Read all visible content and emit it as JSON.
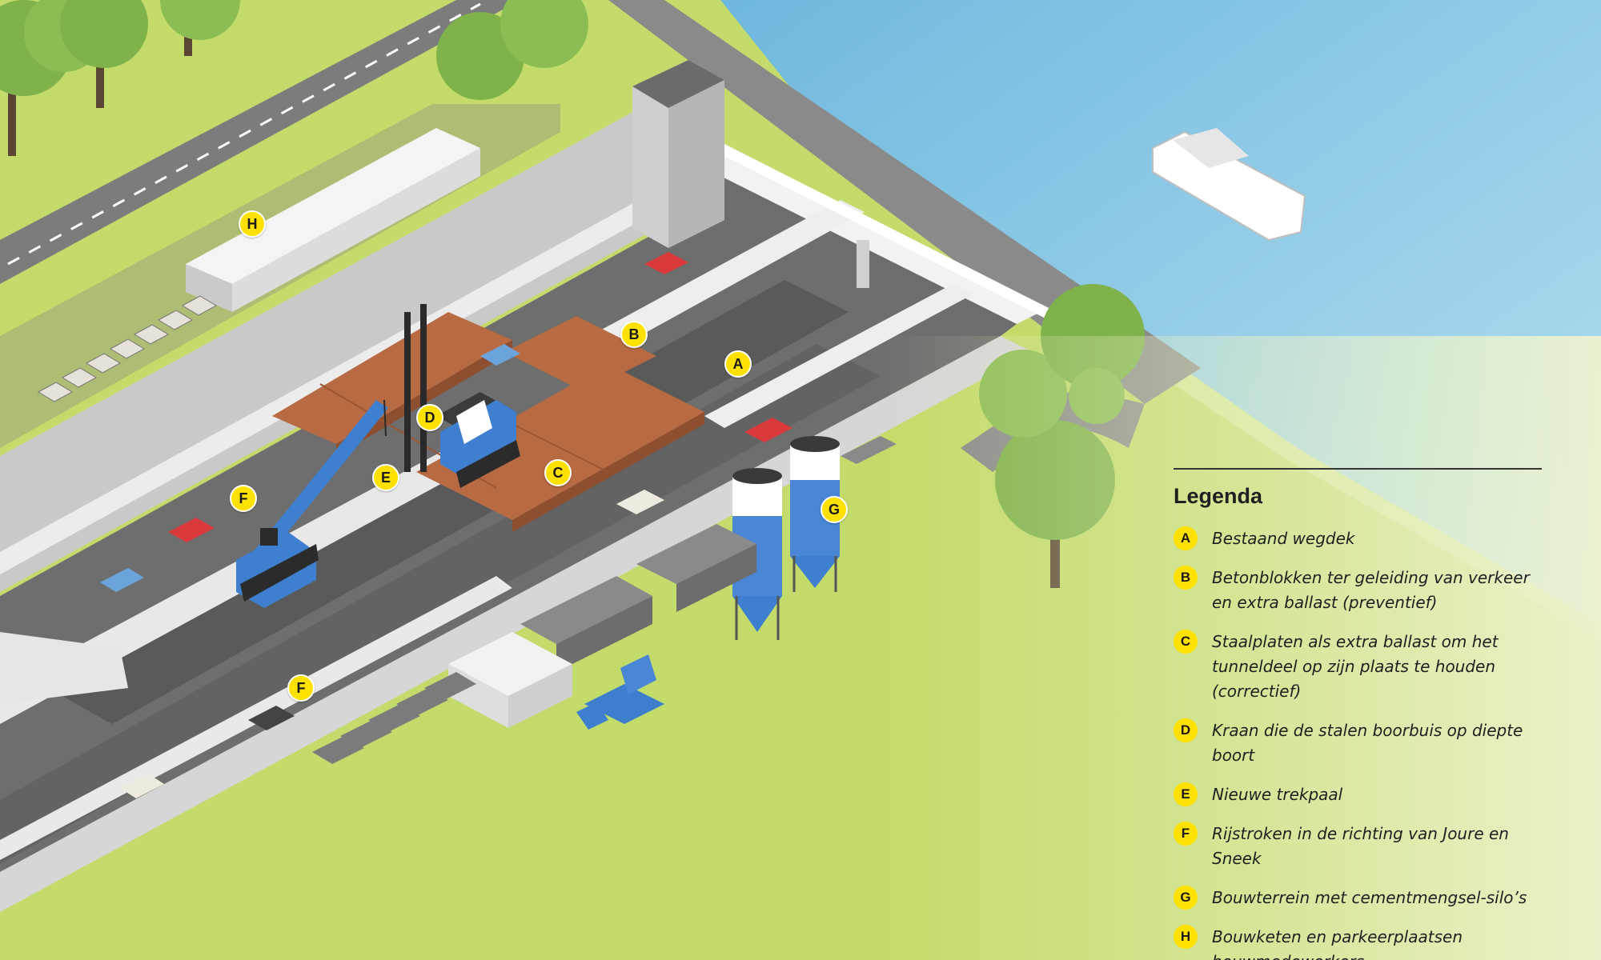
{
  "markers": [
    {
      "letter": "A"
    },
    {
      "letter": "B"
    },
    {
      "letter": "C"
    },
    {
      "letter": "D"
    },
    {
      "letter": "E"
    },
    {
      "letter": "F"
    },
    {
      "letter": "F"
    },
    {
      "letter": "G"
    },
    {
      "letter": "H"
    }
  ],
  "legend": {
    "title": "Legenda",
    "items": [
      {
        "key": "A",
        "text": "Bestaand wegdek"
      },
      {
        "key": "B",
        "text": "Betonblokken ter geleiding van verkeer en extra ballast (preventief)"
      },
      {
        "key": "C",
        "text": "Staalplaten als extra ballast om het tunneldeel op zijn plaats te houden (correctief)"
      },
      {
        "key": "D",
        "text": "Kraan die de stalen boorbuis op diepte boort"
      },
      {
        "key": "E",
        "text": "Nieuwe trekpaal"
      },
      {
        "key": "F",
        "text": "Rijstroken in de richting van Joure en Sneek"
      },
      {
        "key": "G",
        "text": "Bouwterrein met cementmengsel-silo’s"
      },
      {
        "key": "H",
        "text": "Bouwketen en parkeerplaatsen bouwmedewerkers"
      }
    ]
  },
  "colors": {
    "water": "#8fcbe6",
    "grass": "#c3db6a",
    "road": "#6f6f6f",
    "steel_plates": "#b5673f",
    "machinery": "#3f7fd0",
    "marker": "#ffe100"
  }
}
